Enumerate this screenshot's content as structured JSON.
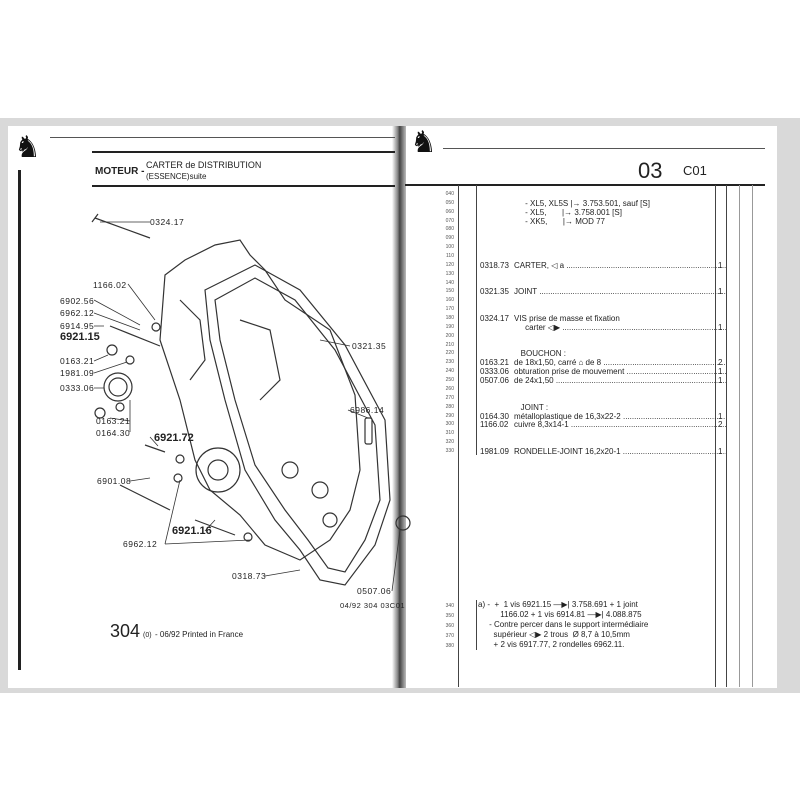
{
  "left_page": {
    "section": "MOTEUR -",
    "title_line1": "CARTER de DISTRIBUTION",
    "title_line2": "(ESSENCE)suite",
    "diagram_labels": [
      "0324.17",
      "1166.02",
      "6902.56",
      "6962.12",
      "6914.95",
      "6921.15",
      "0163.21",
      "1981.09",
      "0333.06",
      "0163.21",
      "0164.30",
      "6921.72",
      "6901.08",
      "6921.16",
      "6962.12",
      "0321.35",
      "6986.14",
      "0318.73",
      "0507.06"
    ],
    "diagram_ref": "04/92  304  03C01",
    "footer_page": "304",
    "footer_suffix": "(0)",
    "footer_text": " - 06/92 Printed in France"
  },
  "right_page": {
    "group": "03",
    "subgroup": "C01",
    "line_numbers": [
      "040",
      "050",
      "060",
      "070",
      "080",
      "090",
      "100",
      "110",
      "120",
      "130",
      "140",
      "150",
      "160",
      "170",
      "180",
      "190",
      "200",
      "210",
      "220",
      "230",
      "240",
      "250",
      "260",
      "270",
      "280",
      "290",
      "300",
      "310",
      "320",
      "330"
    ],
    "rows": [
      {
        "line": 50,
        "code": "",
        "desc": "     - XL5, XL5S |→ 3.753.501, sauf [S]",
        "qty": "",
        "dots": false
      },
      {
        "line": 60,
        "code": "",
        "desc": "     - XL5,       |→ 3.758.001 [S]",
        "qty": "",
        "dots": false
      },
      {
        "line": 70,
        "code": "",
        "desc": "     - XK5,       |→ MOD 77",
        "qty": "",
        "dots": false
      },
      {
        "line": 120,
        "code": "0318.73",
        "desc": "CARTER, ◁ a",
        "qty": "1",
        "dots": true
      },
      {
        "line": 150,
        "code": "0321.35",
        "desc": "JOINT",
        "qty": "1",
        "dots": true
      },
      {
        "line": 180,
        "code": "0324.17",
        "desc": "VIS prise de masse et fixation",
        "qty": "",
        "dots": false
      },
      {
        "line": 190,
        "code": "",
        "desc": "     carter ◁▶",
        "qty": "1",
        "dots": true
      },
      {
        "line": 220,
        "code": "",
        "desc": "   BOUCHON :",
        "qty": "",
        "dots": false
      },
      {
        "line": 230,
        "code": "0163.21",
        "desc": "de 18x1,50, carré ⌂ de 8",
        "qty": "2",
        "dots": true
      },
      {
        "line": 240,
        "code": "0333.06",
        "desc": "obturation prise de mouvement",
        "qty": "1",
        "dots": true
      },
      {
        "line": 250,
        "code": "0507.06",
        "desc": "de 24x1,50",
        "qty": "1",
        "dots": true
      },
      {
        "line": 280,
        "code": "",
        "desc": "   JOINT :",
        "qty": "",
        "dots": false
      },
      {
        "line": 290,
        "code": "0164.30",
        "desc": "métalloplastique de 16,3x22-2",
        "qty": "1",
        "dots": true
      },
      {
        "line": 300,
        "code": "1166.02",
        "desc": "cuivre 8,3x14-1",
        "qty": "2",
        "dots": true
      },
      {
        "line": 330,
        "code": "1981.09",
        "desc": "RONDELLE-JOINT 16,2x20-1",
        "qty": "1",
        "dots": true
      }
    ],
    "note_line_numbers": [
      "340",
      "350",
      "360",
      "370",
      "380"
    ],
    "notes": [
      "a) -  +  1 vis 6921.15 —▶| 3.758.691 + 1 joint",
      "          1166.02 + 1 vis 6914.81 —▶| 4.088.875",
      "     - Contre percer dans le support intermédiaire",
      "       supérieur ◁▶ 2 trous  Ø 8,7 à 10,5mm",
      "       + 2 vis 6917.77, 2 rondelles 6962.11."
    ]
  }
}
